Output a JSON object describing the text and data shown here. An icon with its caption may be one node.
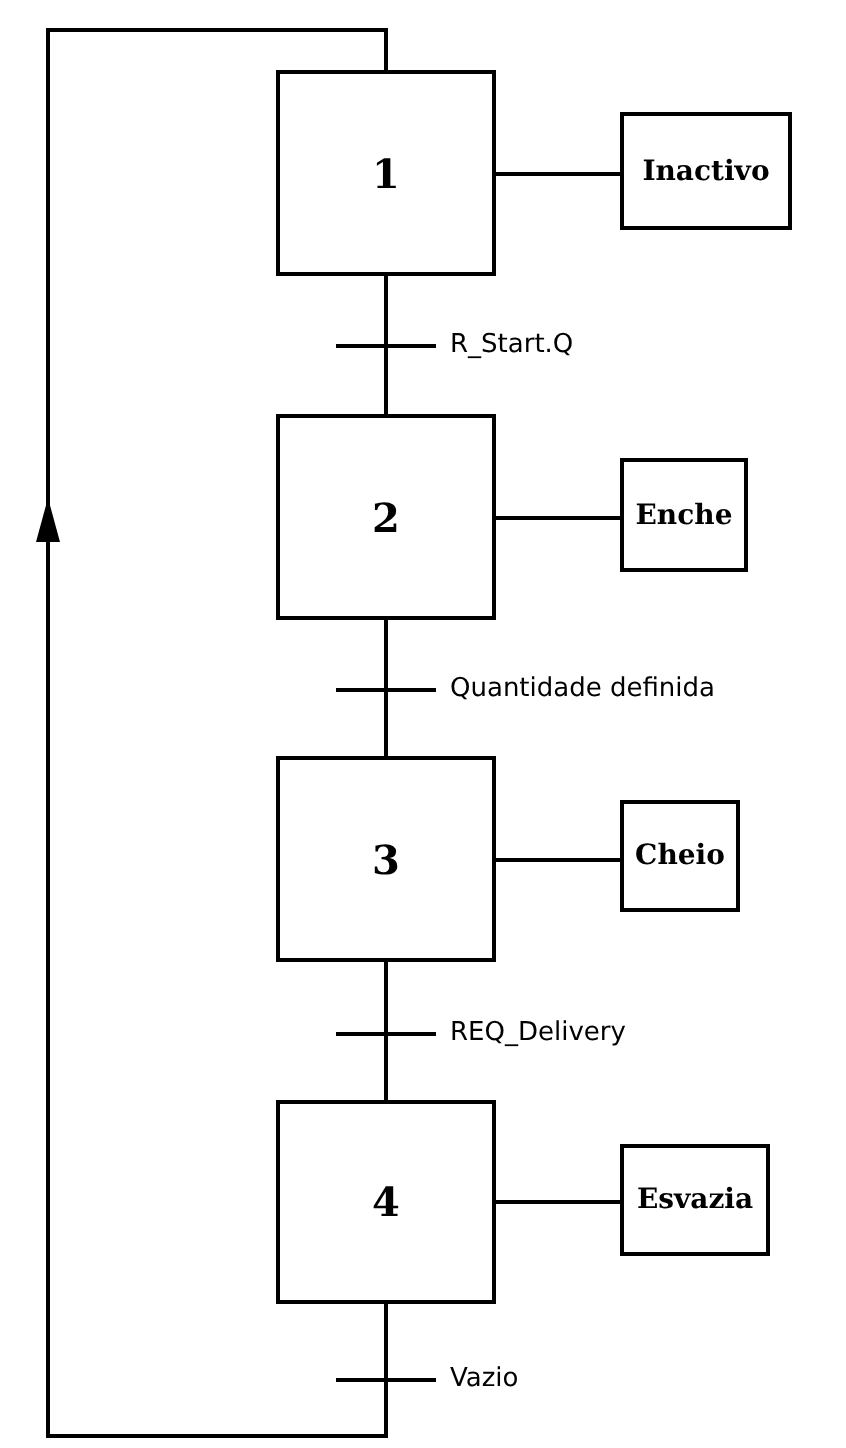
{
  "diagram": {
    "nodes": [
      {
        "text": [
          "1"
        ]
      },
      {
        "text": [
          "2"
        ]
      },
      {
        "text": [
          "3"
        ]
      },
      {
        "text": [
          "4"
        ]
      },
      {
        "text": [
          "Inactivo"
        ]
      },
      {
        "text": [
          "Enche"
        ]
      },
      {
        "text": [
          "Cheio"
        ]
      },
      {
        "text": [
          "Esvazia"
        ]
      }
    ],
    "edges": [
      {
        "from": 0,
        "to": 1,
        "arrow": "none",
        "label": "R_Start.Q"
      },
      {
        "from": 1,
        "to": 2,
        "arrow": "none",
        "label": "Quantidade definida"
      },
      {
        "from": 2,
        "to": 3,
        "arrow": "none",
        "label": "REQ_Delivery"
      },
      {
        "from": 3,
        "to": 0,
        "arrow": "to",
        "label": "Vazio"
      },
      {
        "from": 0,
        "to": 4,
        "arrow": "none"
      },
      {
        "from": 1,
        "to": 5,
        "arrow": "none"
      },
      {
        "from": 2,
        "to": 6,
        "arrow": "none"
      },
      {
        "from": 3,
        "to": 7,
        "arrow": "none"
      }
    ]
  }
}
